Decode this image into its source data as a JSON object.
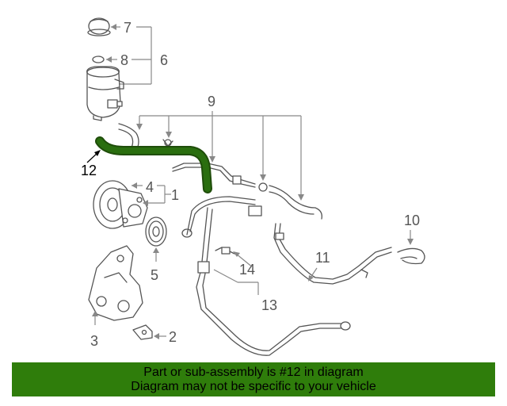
{
  "callouts": {
    "c1": "1",
    "c2": "2",
    "c3": "3",
    "c4": "4",
    "c5": "5",
    "c6": "6",
    "c7": "7",
    "c8": "8",
    "c9": "9",
    "c10": "10",
    "c11": "11",
    "c12": "12",
    "c13": "13",
    "c14": "14"
  },
  "highlight": {
    "part": "12",
    "color": "#2a6e0f"
  },
  "banner": {
    "line1": "Part or sub-assembly is #12 in diagram",
    "line2": "Diagram may not be specific to your vehicle",
    "background": "#2f7d0b"
  }
}
